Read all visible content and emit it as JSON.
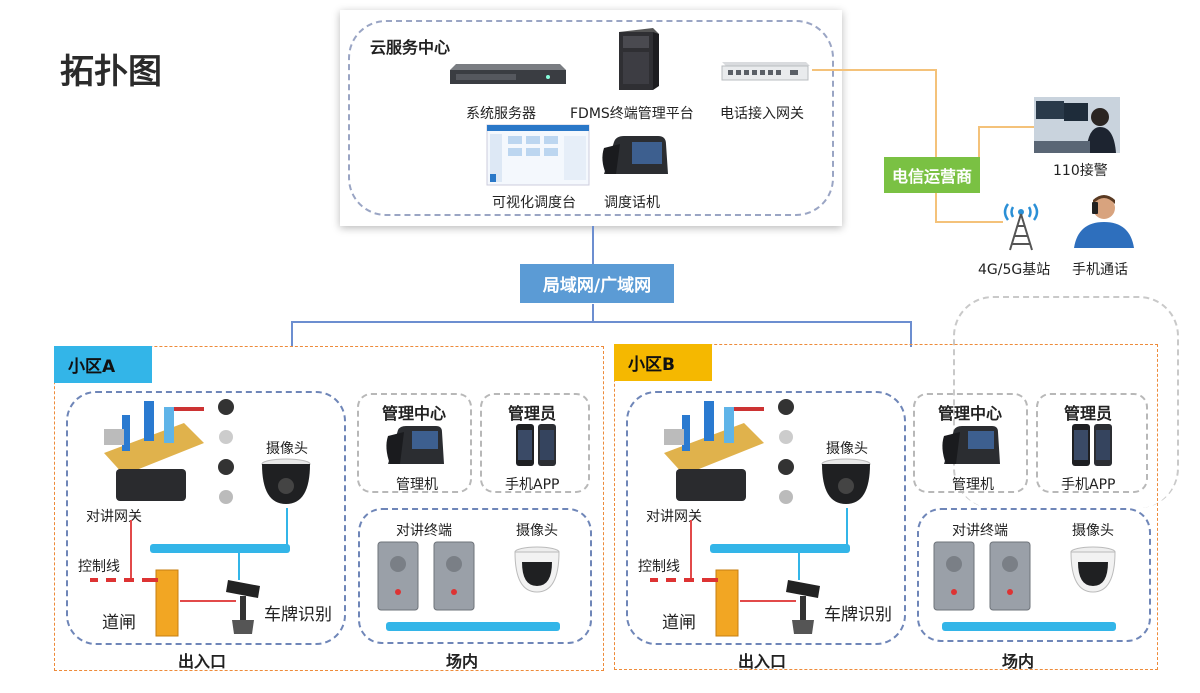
{
  "title": "拓扑图",
  "cloud": {
    "title": "云服务中心",
    "system_server": "系统服务器",
    "fdms": "FDMS终端管理平台",
    "gateway": "电话接入网关",
    "dispatch_console": "可视化调度台",
    "dispatch_phone": "调度话机"
  },
  "network": "局域网/广域网",
  "telecom": {
    "carrier": "电信运营商",
    "police": "110接警",
    "station": "4G/5G基站",
    "mobile": "手机通话"
  },
  "zone_a": {
    "name": "小区A",
    "intercom_gateway": "对讲网关",
    "camera": "摄像头",
    "control_line": "控制线",
    "barrier": "道闸",
    "plate_recognition": "车牌识别",
    "entrance": "出入口",
    "mgmt_center": "管理中心",
    "mgmt_machine": "管理机",
    "admin": "管理员",
    "mobile_app": "手机APP",
    "intercom_terminal": "对讲终端",
    "camera2": "摄像头",
    "inside": "场内"
  },
  "zone_b": {
    "name": "小区B",
    "intercom_gateway": "对讲网关",
    "camera": "摄像头",
    "control_line": "控制线",
    "barrier": "道闸",
    "plate_recognition": "车牌识别",
    "entrance": "出入口",
    "mgmt_center": "管理中心",
    "mgmt_machine": "管理机",
    "admin": "管理员",
    "mobile_app": "手机APP",
    "intercom_terminal": "对讲终端",
    "camera2": "摄像头",
    "inside": "场内"
  },
  "colors": {
    "zone_a_tag": "#33b5e8",
    "zone_b_tag": "#f5b800",
    "network_tag": "#5b9bd5",
    "carrier_tag": "#7ac143",
    "bar": "#33b5e8",
    "orange_border": "#ee8b3a"
  }
}
